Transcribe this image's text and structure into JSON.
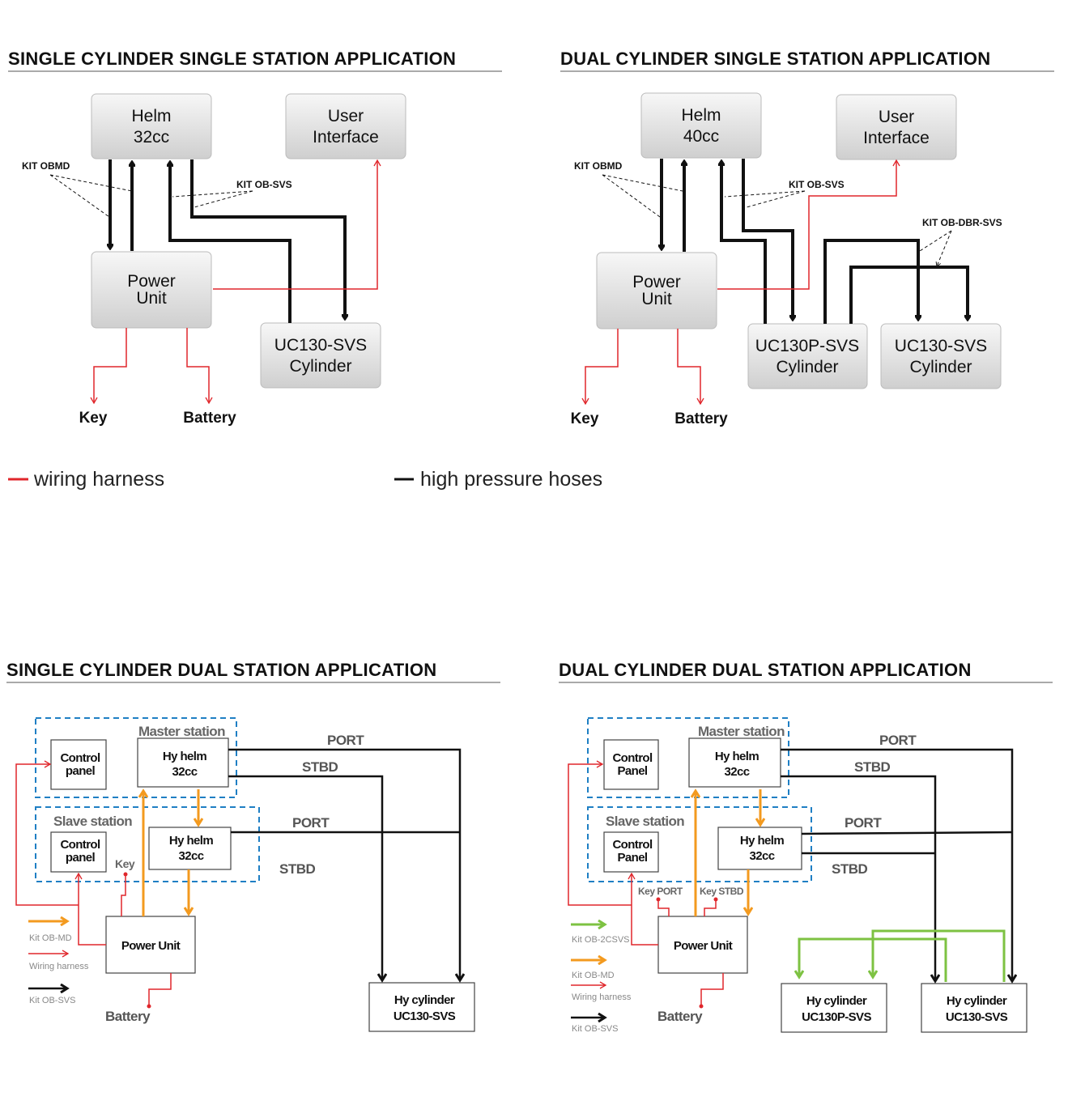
{
  "colors": {
    "wiring": "#e0262b",
    "hose": "#111111",
    "kit_md": "#f39a1f",
    "kit_2csvs": "#7dc242",
    "station_border": "#1f7fc4"
  },
  "d1": {
    "title": "SINGLE CYLINDER SINGLE STATION APPLICATION",
    "helm": [
      "Helm",
      "32cc"
    ],
    "ui": [
      "User",
      "Interface"
    ],
    "power": [
      "Power",
      "Unit"
    ],
    "cyl": [
      "UC130-SVS",
      "Cylinder"
    ],
    "kit_obmd": "KIT OBMD",
    "kit_obsvs": "KIT OB-SVS",
    "key": "Key",
    "battery": "Battery"
  },
  "d2": {
    "title": "DUAL CYLINDER SINGLE STATION APPLICATION",
    "helm": [
      "Helm",
      "40cc"
    ],
    "ui": [
      "User",
      "Interface"
    ],
    "power": [
      "Power",
      "Unit"
    ],
    "cyl1": [
      "UC130P-SVS",
      "Cylinder"
    ],
    "cyl2": [
      "UC130-SVS",
      "Cylinder"
    ],
    "kit_obmd": "KIT OBMD",
    "kit_obsvs": "KIT OB-SVS",
    "kit_obdbr": "KIT OB-DBR-SVS",
    "key": "Key",
    "battery": "Battery"
  },
  "legend": {
    "wiring": "wiring harness",
    "hoses": "high pressure hoses"
  },
  "d3": {
    "title": "SINGLE CYLINDER DUAL STATION APPLICATION",
    "master": "Master station",
    "slave": "Slave station",
    "cp1": [
      "Control",
      "panel"
    ],
    "helm1": [
      "Hy helm",
      "32cc"
    ],
    "cp2": [
      "Control",
      "panel"
    ],
    "helm2": [
      "Hy helm",
      "32cc"
    ],
    "power": "Power Unit",
    "cyl": [
      "Hy cylinder",
      "UC130-SVS"
    ],
    "port1": "PORT",
    "stbd1": "STBD",
    "port2": "PORT",
    "stbd2": "STBD",
    "key": "Key",
    "battery": "Battery",
    "leg": {
      "md": "Kit OB-MD",
      "wiring": "Wiring harness",
      "svs": "Kit OB-SVS"
    }
  },
  "d4": {
    "title": "DUAL CYLINDER DUAL STATION APPLICATION",
    "master": "Master station",
    "slave": "Slave station",
    "cp1": [
      "Control",
      "Panel"
    ],
    "helm1": [
      "Hy helm",
      "32cc"
    ],
    "cp2": [
      "Control",
      "Panel"
    ],
    "helm2": [
      "Hy helm",
      "32cc"
    ],
    "power": "Power Unit",
    "cyl1": [
      "Hy cylinder",
      "UC130P-SVS"
    ],
    "cyl2": [
      "Hy cylinder",
      "UC130-SVS"
    ],
    "port1": "PORT",
    "stbd1": "STBD",
    "port2": "PORT",
    "stbd2": "STBD",
    "key_port": "Key PORT",
    "key_stbd": "Key STBD",
    "battery": "Battery",
    "leg": {
      "csvs": "Kit OB-2CSVS",
      "md": "Kit OB-MD",
      "wiring": "Wiring harness",
      "svs": "Kit OB-SVS"
    }
  }
}
